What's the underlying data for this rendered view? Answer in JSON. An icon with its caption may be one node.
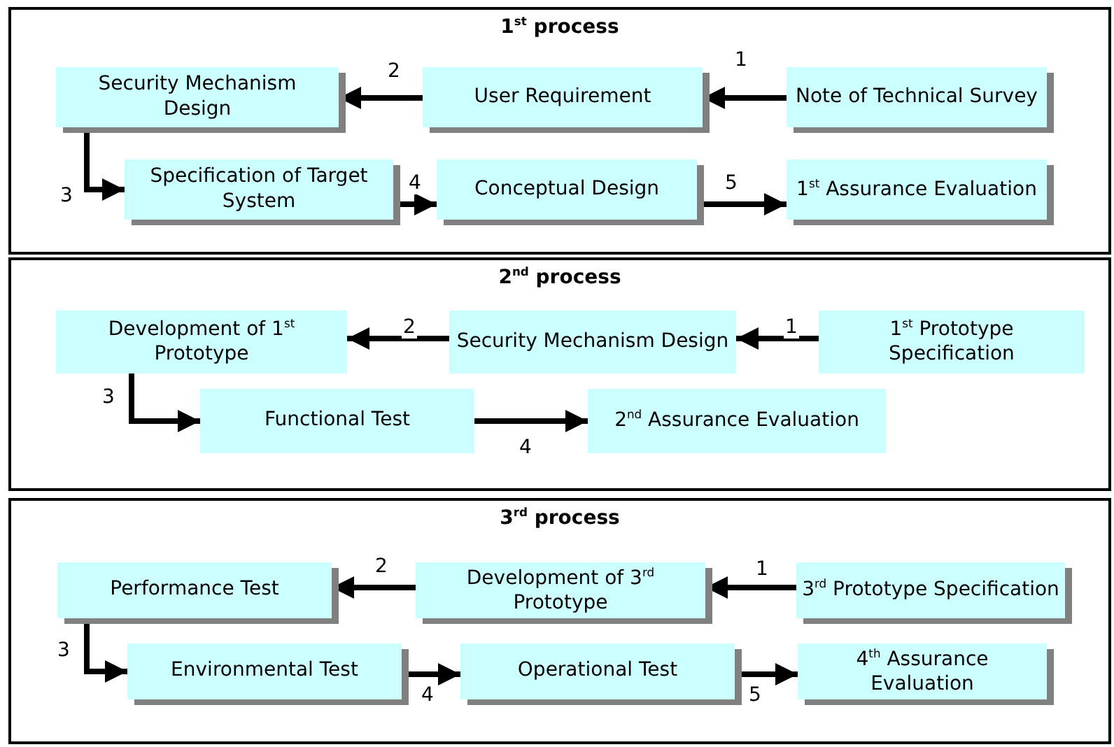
{
  "diagram": {
    "nodes": [
      {
        "text": [
          "1$^{st}$ process"
        ]
      },
      {
        "text": [
          "Security Mechanism Design"
        ],
        "in": 0
      },
      {
        "text": [
          "User Requirement"
        ],
        "in": 0
      },
      {
        "text": [
          "Note of Technical Survey"
        ],
        "in": 0
      },
      {
        "text": [
          "Specification of Target System"
        ],
        "in": 0
      },
      {
        "text": [
          "Conceptual Design"
        ],
        "in": 0
      },
      {
        "text": [
          "1$^{st}$ Assurance Evaluation"
        ],
        "in": 0
      },
      {
        "text": [
          "2$^{nd}$ process"
        ]
      },
      {
        "text": [
          "Development of 1$^{st}$ Prototype"
        ],
        "in": 7
      },
      {
        "text": [
          "Security Mechanism Design"
        ],
        "in": 7
      },
      {
        "text": [
          "1$^{st}$ Prototype Specification"
        ],
        "in": 7
      },
      {
        "text": [
          "Functional Test"
        ],
        "in": 7
      },
      {
        "text": [
          "2$^{nd}$ Assurance Evaluation"
        ],
        "in": 7
      },
      {
        "text": [
          "3$^{rd}$ process"
        ]
      },
      {
        "text": [
          "Performance Test"
        ],
        "in": 13
      },
      {
        "text": [
          "Development of 3$^{rd}$ Prototype"
        ],
        "in": 13
      },
      {
        "text": [
          "3$^{rd}$ Prototype Specification"
        ],
        "in": 13
      },
      {
        "text": [
          "Environmental Test"
        ],
        "in": 13
      },
      {
        "text": [
          "Operational Test"
        ],
        "in": 13
      },
      {
        "text": [
          "4$^{th}$ Assurance Evaluation"
        ],
        "in": 13
      }
    ],
    "edges": [
      {
        "from": 3,
        "to": 2,
        "arrow": "to",
        "label": "1"
      },
      {
        "from": 2,
        "to": 1,
        "arrow": "to",
        "label": "2"
      },
      {
        "from": 1,
        "to": 4,
        "arrow": "to",
        "label": "3"
      },
      {
        "from": 4,
        "to": 5,
        "arrow": "to",
        "label": "4"
      },
      {
        "from": 5,
        "to": 6,
        "arrow": "to",
        "label": "5"
      },
      {
        "from": 10,
        "to": 9,
        "arrow": "to",
        "label": "1"
      },
      {
        "from": 9,
        "to": 8,
        "arrow": "to",
        "label": "2"
      },
      {
        "from": 8,
        "to": 11,
        "arrow": "to",
        "label": "3"
      },
      {
        "from": 11,
        "to": 12,
        "arrow": "to",
        "label": "4"
      },
      {
        "from": 16,
        "to": 15,
        "arrow": "to",
        "label": "1"
      },
      {
        "from": 15,
        "to": 14,
        "arrow": "to",
        "label": "2"
      },
      {
        "from": 14,
        "to": 17,
        "arrow": "to",
        "label": "3"
      },
      {
        "from": 17,
        "to": 18,
        "arrow": "to",
        "label": "4"
      },
      {
        "from": 18,
        "to": 19,
        "arrow": "to",
        "label": "5"
      }
    ]
  }
}
